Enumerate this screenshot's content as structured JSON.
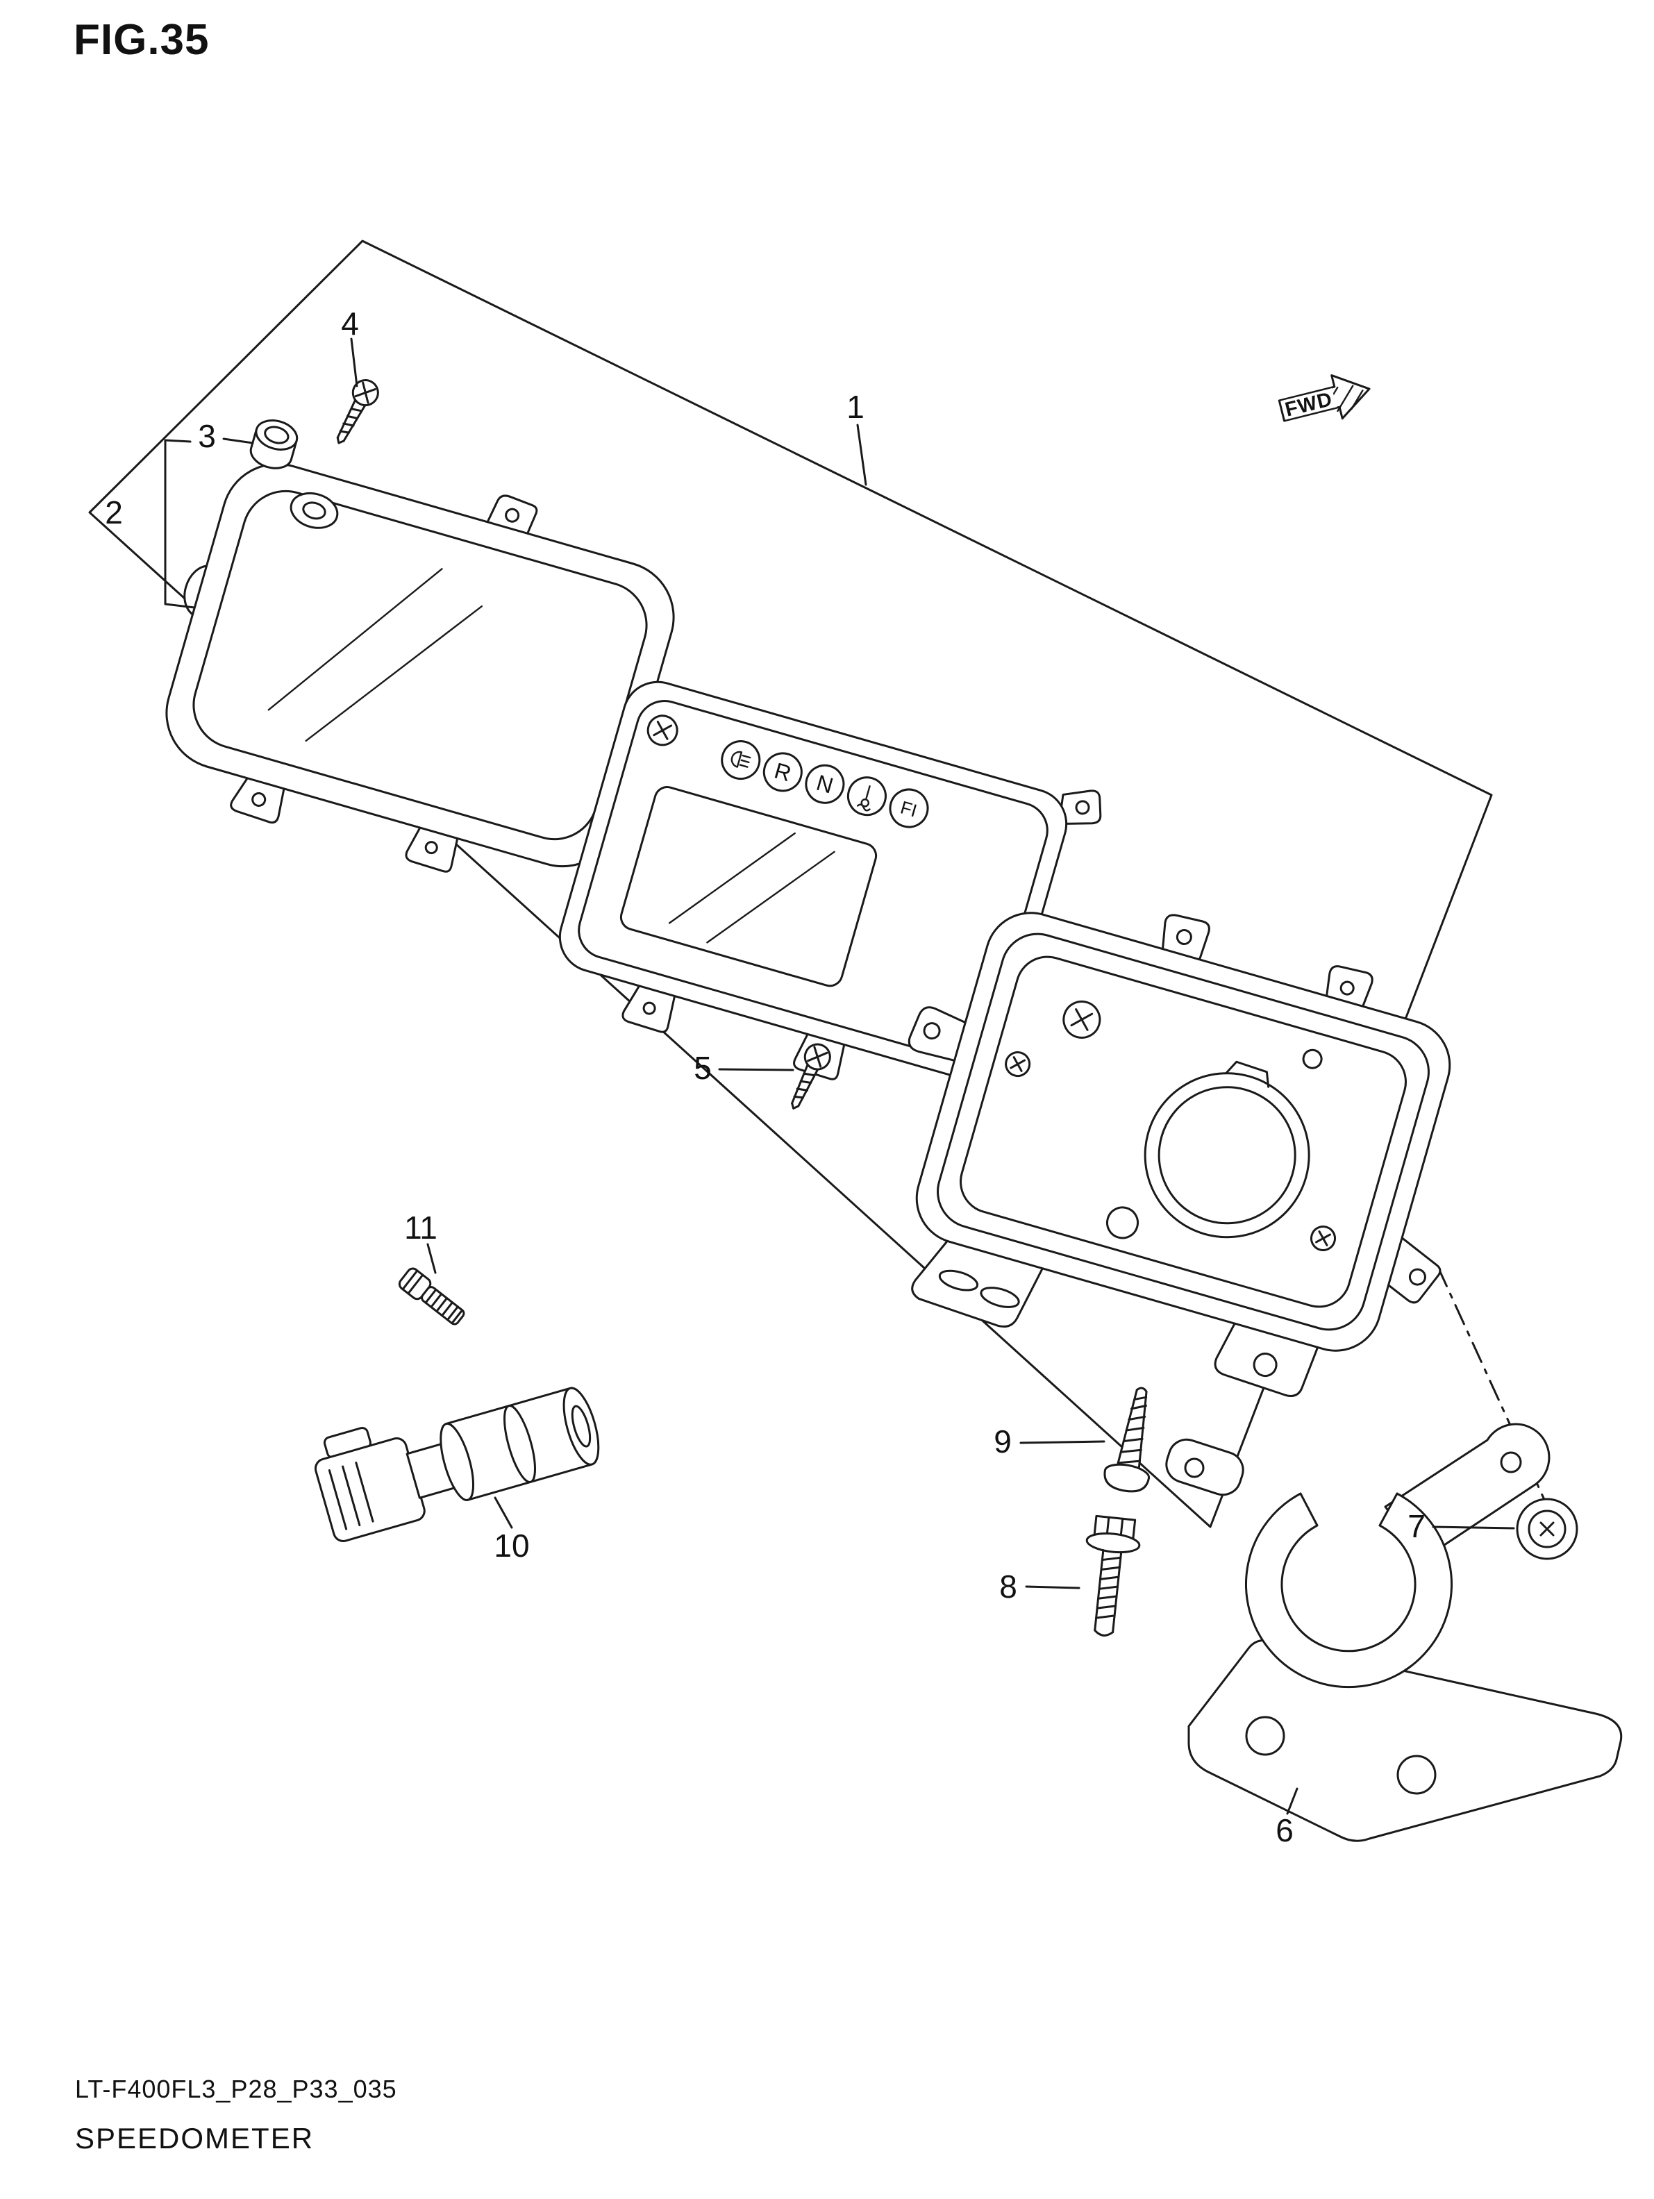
{
  "figure": {
    "title": "FIG.35"
  },
  "footer": {
    "part_code": "LT-F400FL3_P28_P33_035",
    "figure_name": "SPEEDOMETER"
  },
  "diagram": {
    "fwd_label": "FWD",
    "indicators": {
      "reverse": "R",
      "neutral": "N",
      "fi": "FI"
    },
    "callouts": [
      {
        "num": "1"
      },
      {
        "num": "2"
      },
      {
        "num": "3"
      },
      {
        "num": "4"
      },
      {
        "num": "5"
      },
      {
        "num": "6"
      },
      {
        "num": "7"
      },
      {
        "num": "8"
      },
      {
        "num": "9"
      },
      {
        "num": "10"
      },
      {
        "num": "11"
      }
    ],
    "line_color": "#1a1a1a",
    "background": "#ffffff"
  }
}
